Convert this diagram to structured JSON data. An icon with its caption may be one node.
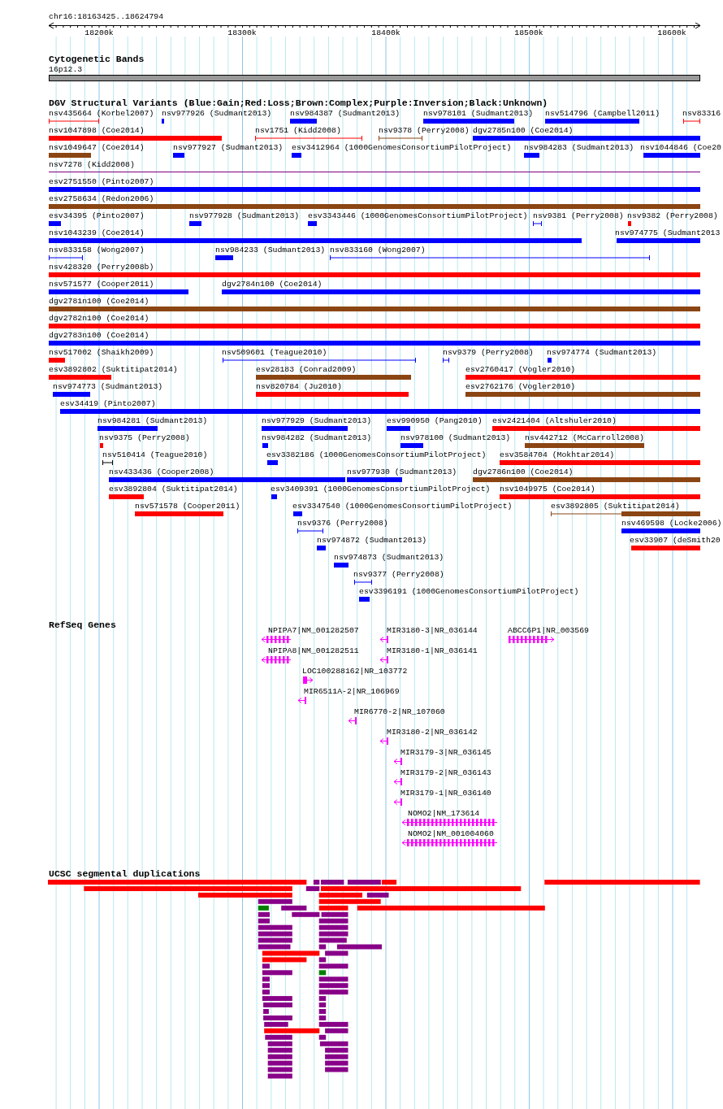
{
  "diagram": {
    "labels": [
      "chr16:18163425..18624794",
      "18200k",
      "18300k",
      "18400k",
      "18500k",
      "18600k",
      "Cytogenetic Bands",
      "16p12.3",
      "DGV Structural Variants (Blue:Gain;Red:Loss;Brown:Complex;Purple:Inversion;Black:Unknown)",
      "nsv435664 (Korbel2007)",
      "nsv977926 (Sudmant2013)",
      "nsv984387 (Sudmant2013)",
      "nsv978101 (Sudmant2013)",
      "nsv514796 (Campbell2011)",
      "nsv83316",
      "nsv1047898 (Coe2014)",
      "nsv1751 (Kidd2008)",
      "nsv9378 (Perry2008)",
      "dgv2785n100 (Coe2014)",
      "nsv1049647 (Coe2014)",
      "nsv977927 (Sudmant2013)",
      "esv3412964 (1000GenomesConsortiumPilotProject)",
      "nsv984283 (Sudmant2013)",
      "nsv1044846 (Coe20",
      "nsv7278 (Kidd2008)",
      "esv2751550 (Pinto2007)",
      "esv2758634 (Redon2006)",
      "esv34395 (Pinto2007)",
      "nsv977928 (Sudmant2013)",
      "esv3343446 (1000GenomesConsortiumPilotProject)",
      "nsv9381 (Perry2008)",
      "nsv9382 (Perry2008)",
      "nsv1043239 (Coe2014)",
      "nsv974775 (Sudmant2013",
      "nsv833158 (Wong2007)",
      "nsv984233 (Sudmant2013)",
      "nsv833160 (Wong2007)",
      "nsv428320 (Perry2008b)",
      "nsv571577 (Cooper2011)",
      "dgv2784n100 (Coe2014)",
      "dgv2781n100 (Coe2014)",
      "dgv2782n100 (Coe2014)",
      "dgv2783n100 (Coe2014)",
      "nsv517002 (Shaikh2009)",
      "nsv509601 (Teague2010)",
      "nsv9379 (Perry2008)",
      "nsv974774 (Sudmant2013)",
      "esv3892802 (Suktitipat2014)",
      "esv28183 (Conrad2009)",
      "esv2760417 (Vogler2010)",
      "nsv974773 (Sudmant2013)",
      "nsv820784 (Ju2010)",
      "esv2762176 (Vogler2010)",
      "esv34419 (Pinto2007)",
      "nsv984281 (Sudmant2013)",
      "nsv977929 (Sudmant2013)",
      "esv990950 (Pang2010)",
      "esv2421404 (Altshuler2010)",
      "nsv9375 (Perry2008)",
      "nsv984282 (Sudmant2013)",
      "nsv978100 (Sudmant2013)",
      "nsv442712 (McCarroll2008)",
      "nsv510414 (Teague2010)",
      "esv3382186 (1000GenomesConsortiumPilotProject)",
      "esv3584704 (Mokhtar2014)",
      "nsv433436 (Cooper2008)",
      "nsv977930 (Sudmant2013)",
      "dgv2786n100 (Coe2014)",
      "esv3892804 (Suktitipat2014)",
      "esv3409391 (1000GenomesConsortiumPilotProject)",
      "nsv1049975 (Coe2014)",
      "nsv571578 (Cooper2011)",
      "esv3347540 (1000GenomesConsortiumPilotProject)",
      "esv3892805 (Suktitipat2014)",
      "nsv9376 (Perry2008)",
      "nsv469598 (Locke2006)",
      "nsv974872 (Sudmant2013)",
      "esv33907 (deSmith20",
      "nsv974873 (Sudmant2013)",
      "nsv9377 (Perry2008)",
      "esv3396191 (1000GenomesConsortiumPilotProject)",
      "RefSeq Genes",
      "NPIPA7|NM_001282507",
      "MIR3180-3|NR_036144",
      "ABCC6P1|NR_003569",
      "NPIPA8|NM_001282511",
      "MIR3180-1|NR_036141",
      "LOC100288162|NR_103772",
      "MIR6511A-2|NR_106969",
      "MIR6770-2|NR_107060",
      "MIR3180-2|NR_036142",
      "MIR3179-3|NR_036145",
      "MIR3179-2|NR_036143",
      "MIR3179-1|NR_036140",
      "NOMO2|NM_173614",
      "NOMO2|NM_001004060",
      "UCSC segmental duplications"
    ]
  }
}
